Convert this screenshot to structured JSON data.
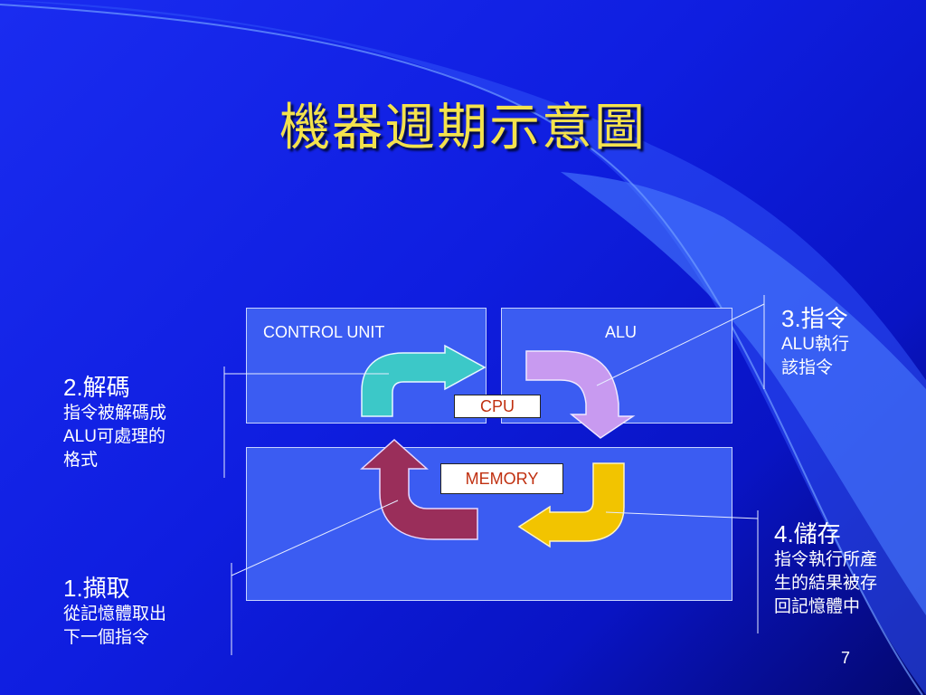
{
  "title": "機器週期示意圖",
  "boxes": {
    "control_unit": "CONTROL UNIT",
    "alu": "ALU",
    "cpu_tag": "CPU",
    "memory_tag": "MEMORY"
  },
  "steps": [
    {
      "heading": "1.擷取",
      "lines": [
        "從記憶體取出",
        "下一個指令"
      ]
    },
    {
      "heading": "2.解碼",
      "lines": [
        "指令被解碼成",
        "ALU可處理的",
        "格式"
      ]
    },
    {
      "heading": "3.指令",
      "lines": [
        "ALU執行",
        "該指令"
      ]
    },
    {
      "heading": "4.儲存",
      "lines": [
        "指令執行所產",
        "生的結果被存",
        "回記憶體中"
      ]
    }
  ],
  "arrows": [
    {
      "id": "fetch",
      "color": "#9a2e5a"
    },
    {
      "id": "decode",
      "color": "#3cc8c8"
    },
    {
      "id": "execute",
      "color": "#c89af0"
    },
    {
      "id": "store",
      "color": "#f2c400"
    }
  ],
  "colors": {
    "title": "#f4e24c",
    "box": "#3b5cf2",
    "tag_text": "#c03010"
  },
  "page_number": "7"
}
